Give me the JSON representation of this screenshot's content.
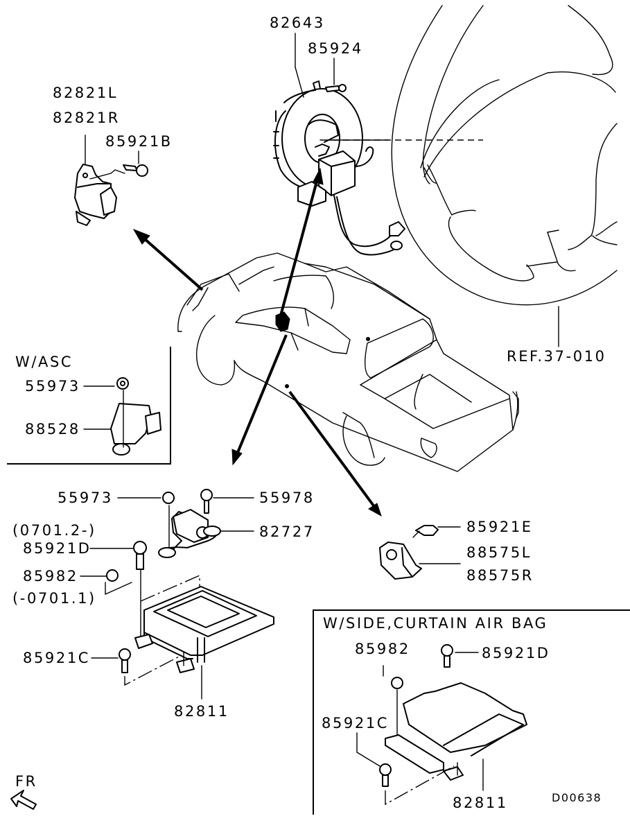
{
  "diagram": {
    "title": "SRS Air Bag Components",
    "drawing_id": "D00638",
    "direction_indicator": "FR",
    "reference": "REF.37-010"
  },
  "groups": {
    "asc_box": {
      "title": "W/ASC"
    },
    "side_curtain_box": {
      "title": "W/SIDE,CURTAIN AIR BAG"
    }
  },
  "callouts": {
    "clock_spring": "82643",
    "clock_spring_screw": "85924",
    "front_sensor_l": "82821L",
    "front_sensor_r": "82821R",
    "front_sensor_bolt": "85921B",
    "asc_nut": "55973",
    "asc_sensor": "88528",
    "gsensor_nut": "55973",
    "gsensor_bolt": "55978",
    "gsensor": "82727",
    "date_from": "(0701.2-)",
    "sru_bolt_d": "85921D",
    "sru_nut": "85982",
    "date_to": "(-0701.1)",
    "sru_bolt_c": "85921C",
    "sru": "82811",
    "side_sensor_bolt": "85921E",
    "side_sensor_l": "88575L",
    "side_sensor_r": "88575R",
    "box_nut": "85982",
    "box_bolt_d": "85921D",
    "box_bolt_c": "85921C",
    "box_sru": "82811"
  }
}
